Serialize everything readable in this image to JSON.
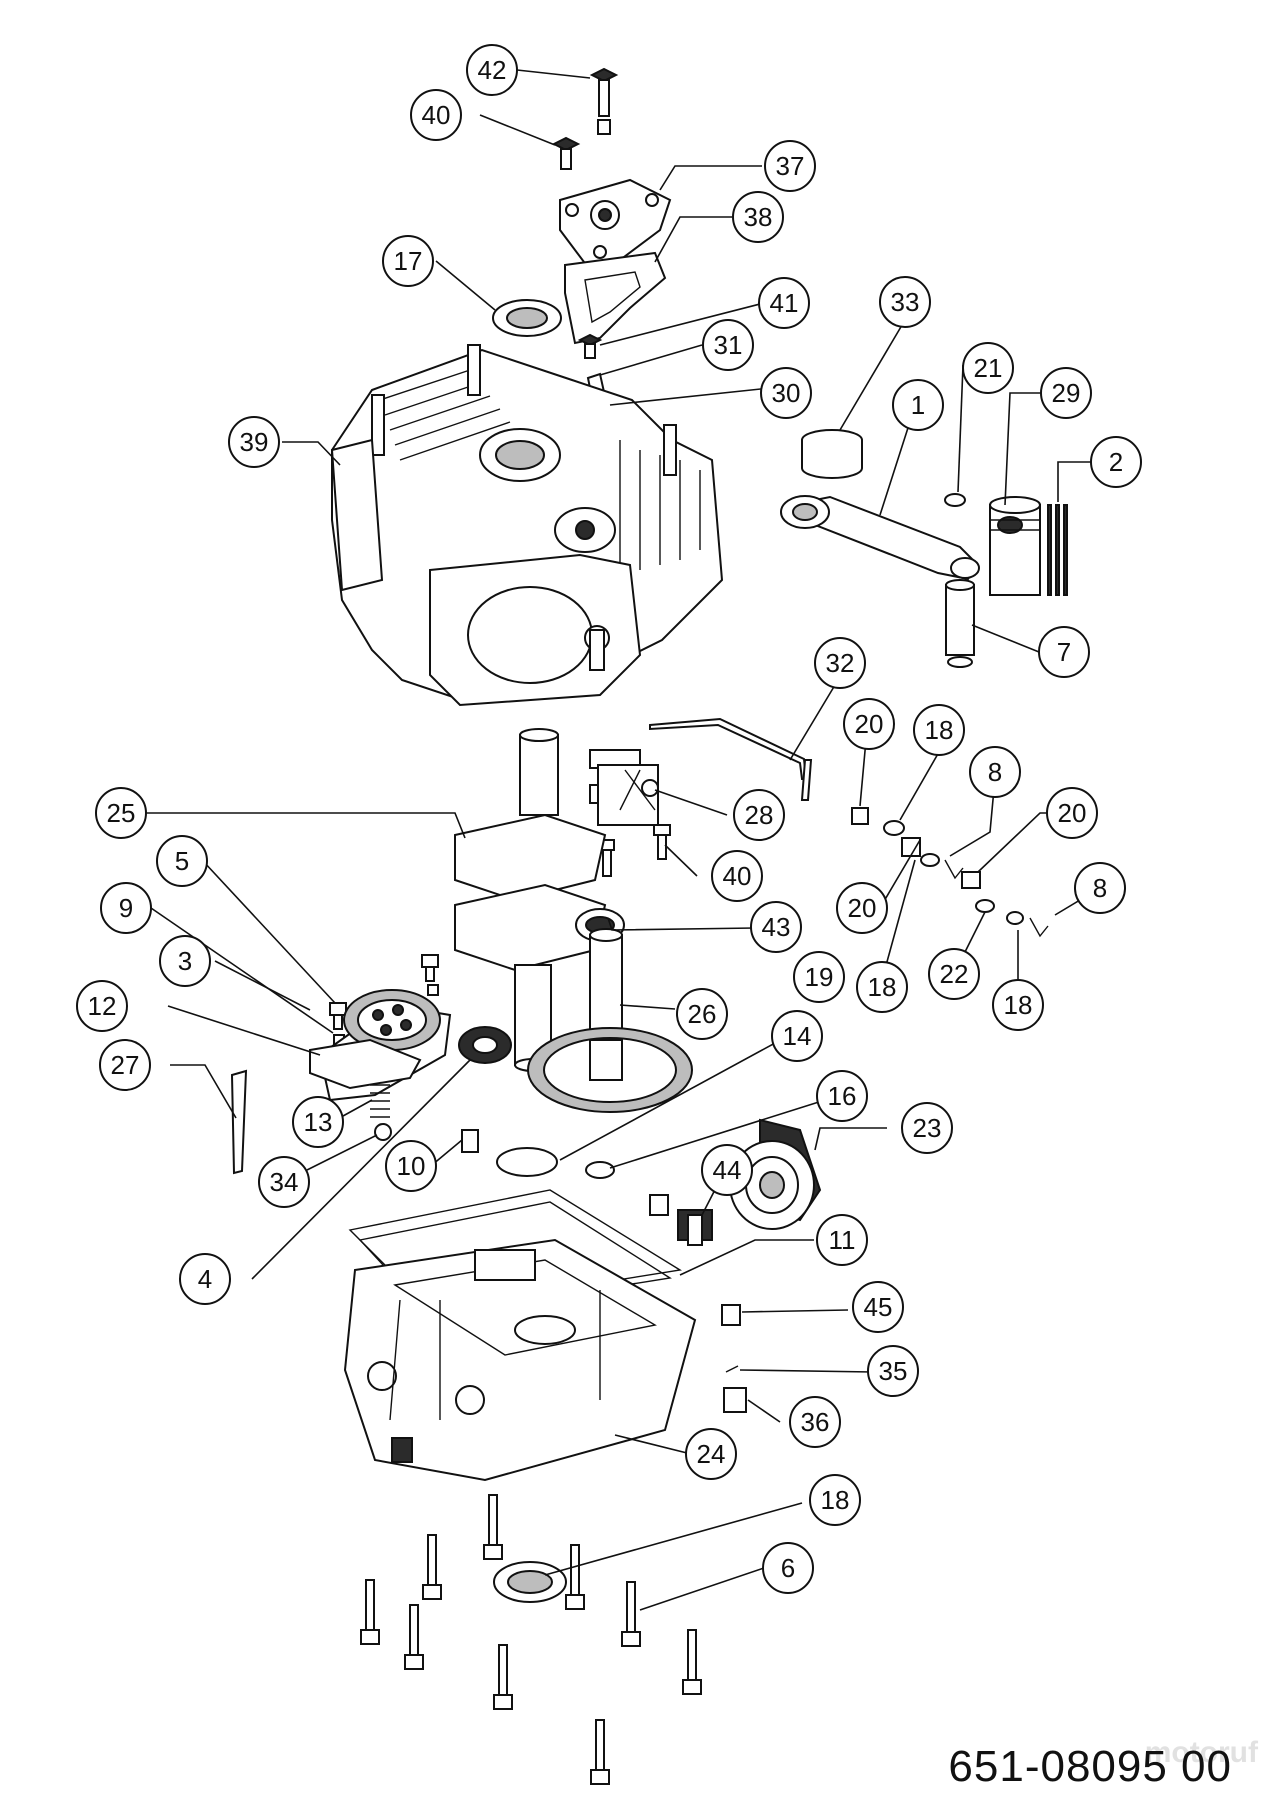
{
  "drawing_number": "651-08095 00",
  "watermark": "motoruf",
  "callouts": [
    "42",
    "40",
    "37",
    "38",
    "17",
    "41",
    "31",
    "30",
    "39",
    "33",
    "1",
    "21",
    "29",
    "2",
    "7",
    "32",
    "20",
    "18",
    "8",
    "28",
    "20",
    "25",
    "5",
    "40",
    "43",
    "19",
    "9",
    "20",
    "18",
    "22",
    "18",
    "8",
    "3",
    "12",
    "26",
    "27",
    "13",
    "14",
    "16",
    "23",
    "34",
    "10",
    "44",
    "4",
    "11",
    "45",
    "35",
    "36",
    "24",
    "18",
    "6"
  ]
}
